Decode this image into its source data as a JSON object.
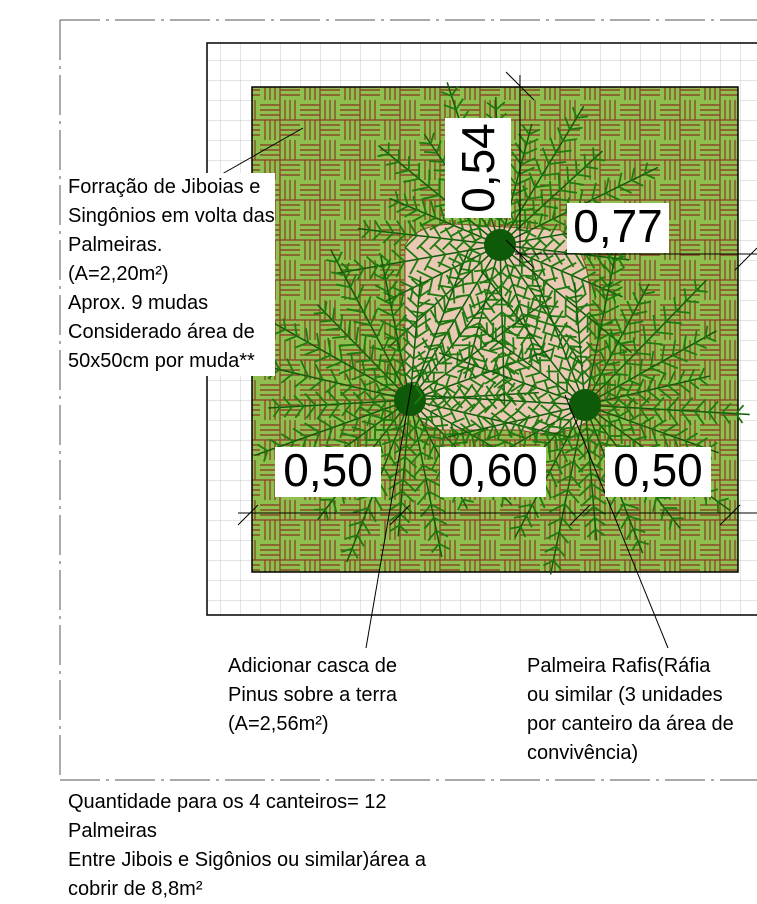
{
  "dimensions": {
    "top_vertical": "0,54",
    "top_right": "0,77",
    "bottom_left": "0,50",
    "bottom_center": "0,60",
    "bottom_right": "0,50"
  },
  "notes": {
    "forracao": "Forração de Jiboias e\nSingônios em volta das\nPalmeiras.\n(A=2,20m²)\nAprox. 9 mudas\nConsiderado área de\n50x50cm por muda**",
    "casca": "Adicionar casca de\nPinus sobre a terra\n(A=2,56m²)",
    "palmeira": "Palmeira Rafis(Ráfia\nou similar (3 unidades\npor canteiro da área de\nconvivência)",
    "quantidade": "Quantidade para os 4 canteiros= 12\nPalmeiras\nEntre Jibois e Sigônios ou similar)área a\ncobrir de 8,8m²"
  },
  "colors": {
    "grass": "#8fbf4f",
    "sand": "#e9c9b4",
    "palm": "#1f7a10",
    "palm_dark": "#0f5a08",
    "grid": "#c8c8c8"
  }
}
